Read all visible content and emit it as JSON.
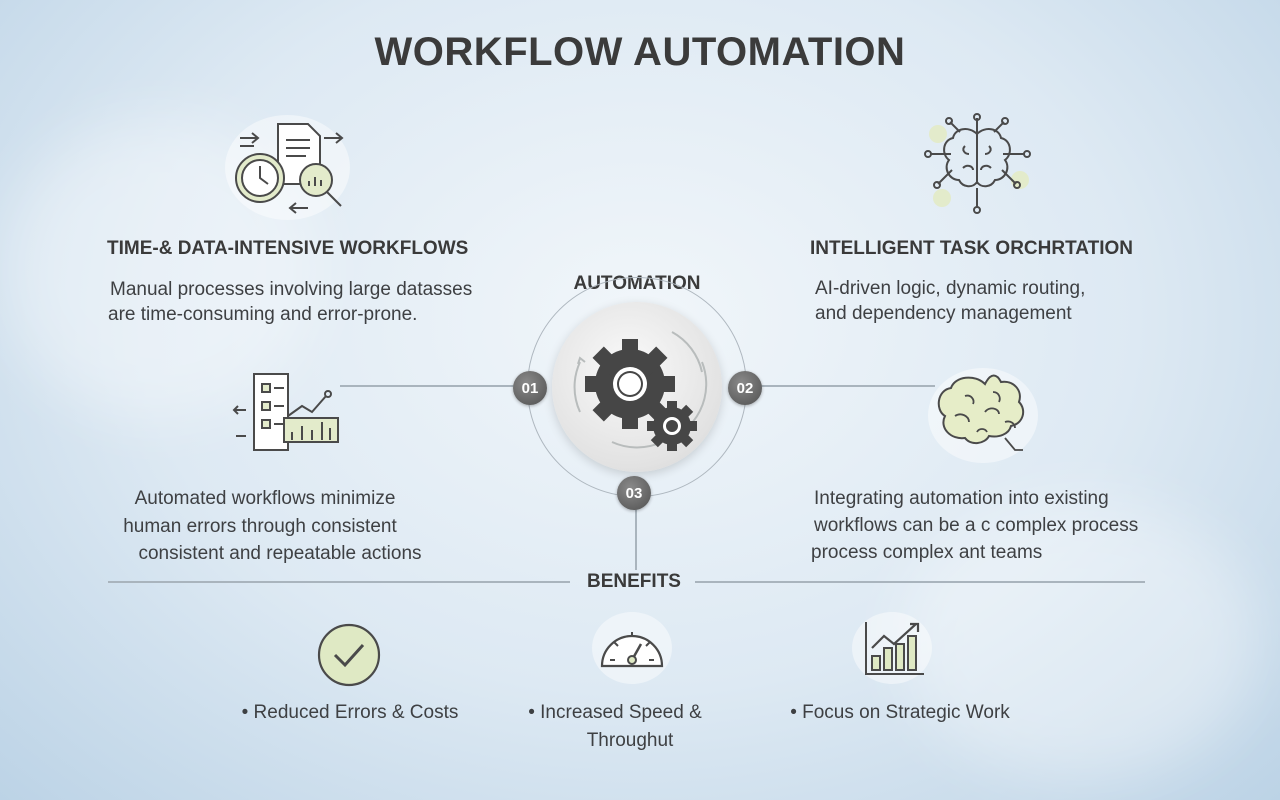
{
  "title": "WORKFLOW AUTOMATION",
  "left_top": {
    "heading": "TIME-& DATA-INTENSIVE WORKFLOWS",
    "lines": [
      "Manual processes involving large datasses",
      "are time-consuming and error-prone."
    ]
  },
  "right_top": {
    "heading": "INTELLIGENT TASK ORCHRTATION",
    "lines": [
      "AI-driven logic, dynamic routing,",
      "and dependency management"
    ]
  },
  "center": {
    "label": "AUTOMATION",
    "badges": [
      "01",
      "02",
      "03"
    ]
  },
  "left_bottom": {
    "lines": [
      "Automated workflows minimize",
      "human errors through consistent",
      "consistent and repeatable actions"
    ]
  },
  "right_bottom": {
    "lines": [
      "Integrating automation into existing",
      "workflows can be a c complex process",
      "process complex ant teams"
    ]
  },
  "benefits": {
    "label": "BENEFITS",
    "items": [
      {
        "lines": [
          "• Reduced Errors & Costs"
        ]
      },
      {
        "lines": [
          "• Increased Speed &",
          "Throughut"
        ]
      },
      {
        "lines": [
          "• Focus on Strategic Work"
        ]
      }
    ]
  },
  "colors": {
    "accent_green": "#dfe9c4",
    "dark_gray": "#4a4a4a"
  }
}
